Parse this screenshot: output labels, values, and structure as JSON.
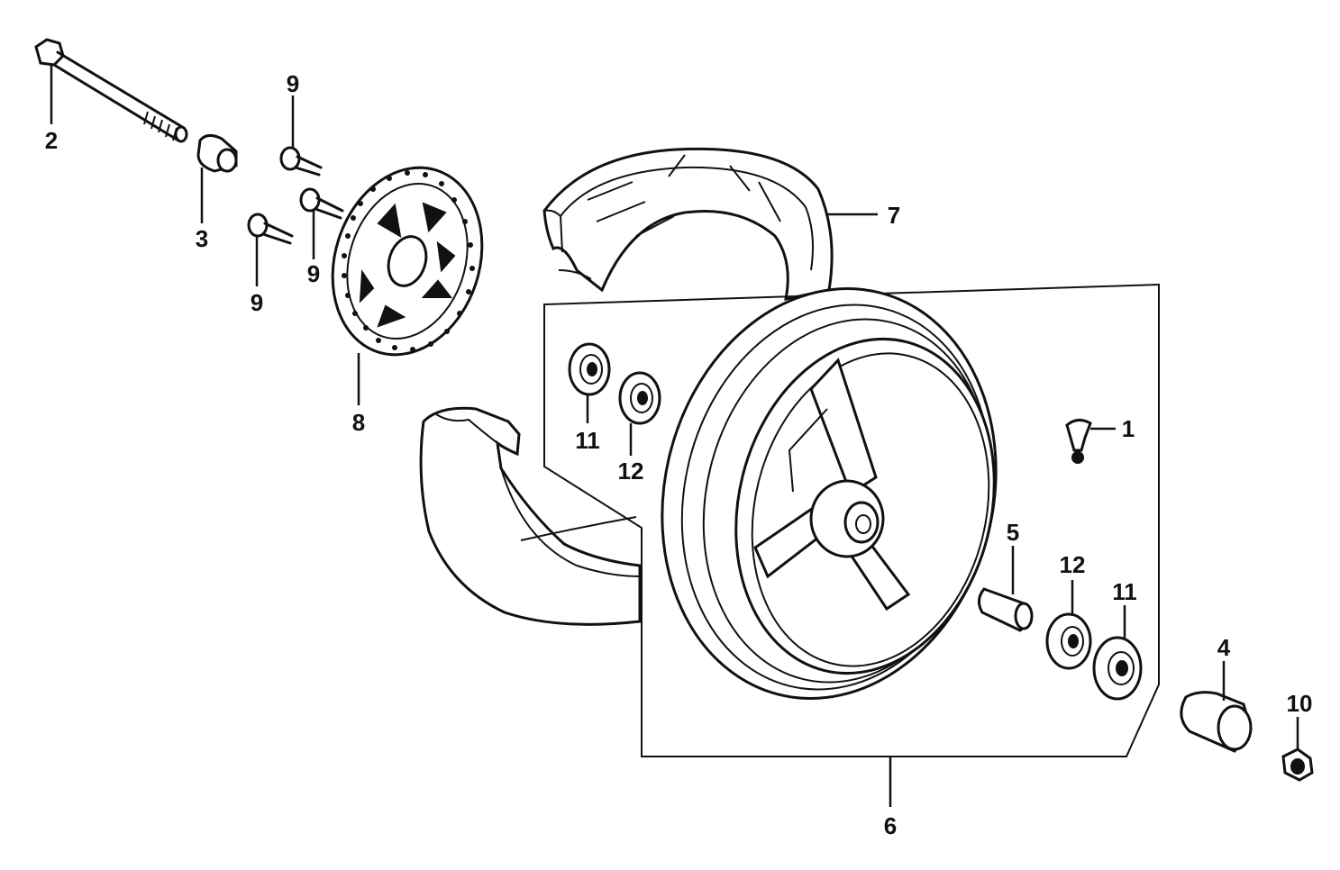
{
  "callouts": {
    "c1": "1",
    "c2": "2",
    "c3": "3",
    "c4": "4",
    "c5": "5",
    "c6": "6",
    "c7": "7",
    "c8": "8",
    "c9a": "9",
    "c9b": "9",
    "c9c": "9",
    "c10": "10",
    "c11a": "11",
    "c11b": "11",
    "c12a": "12",
    "c12b": "12"
  }
}
